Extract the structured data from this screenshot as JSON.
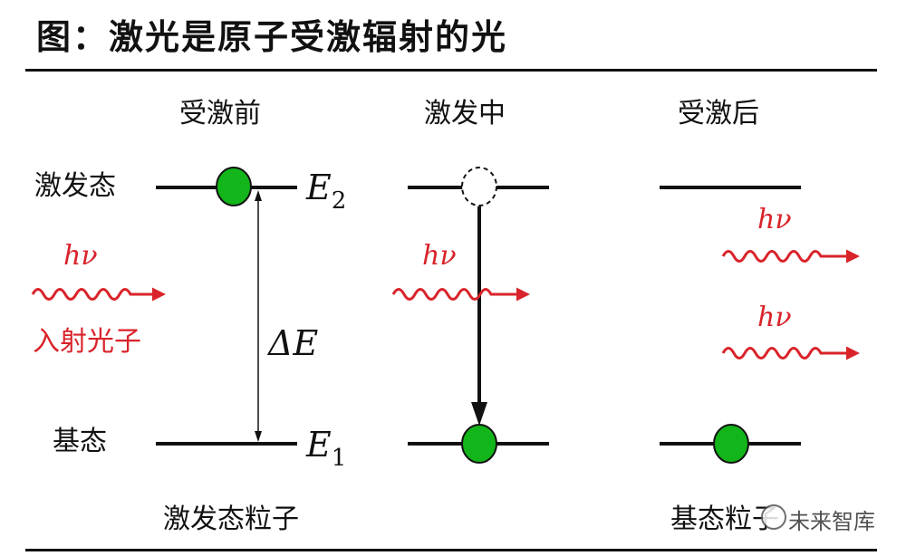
{
  "title": "图：激光是原子受激辐射的光",
  "columns": {
    "before": "受激前",
    "during": "激发中",
    "after": "受激后"
  },
  "levels": {
    "excited_state": "激发态",
    "ground_state": "基态",
    "e2_symbol": "E",
    "e2_sub": "2",
    "e1_symbol": "E",
    "e1_sub": "1",
    "delta_e": "ΔE"
  },
  "photon": {
    "symbol": "hν",
    "incident_label": "入射光子"
  },
  "captions": {
    "excited_particle": "激发态粒子",
    "ground_particle": "基态粒子"
  },
  "watermark": "未来智库",
  "colors": {
    "particle": "#12b51a",
    "photon": "#d9232a",
    "line": "#111111"
  }
}
